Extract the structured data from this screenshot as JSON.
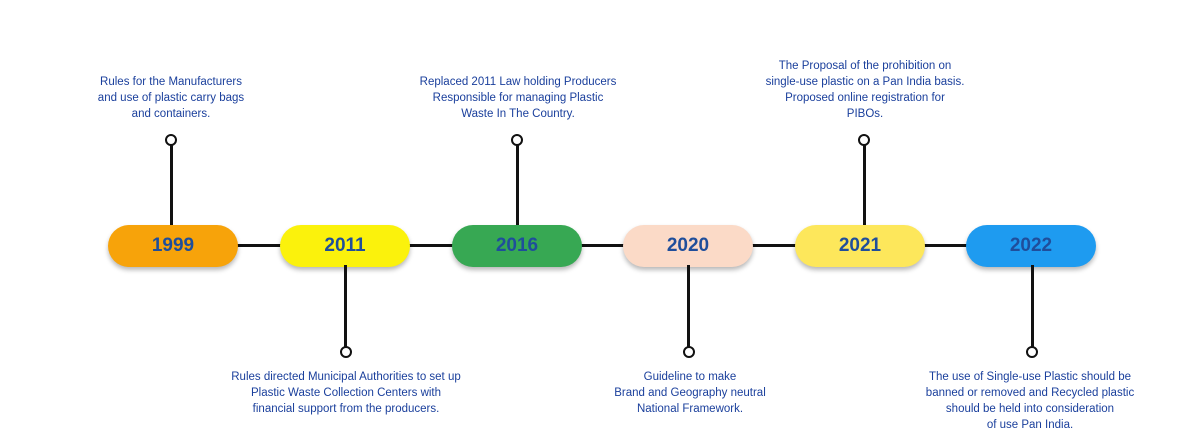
{
  "milestones": [
    {
      "year": "1999",
      "color": "#f7a30a",
      "side": "top",
      "lines": [
        "Rules for the Manufacturers",
        "and use of plastic carry bags",
        "and containers."
      ]
    },
    {
      "year": "2011",
      "color": "#fbf20c",
      "side": "bottom",
      "lines": [
        "Rules directed Municipal Authorities to set up",
        "Plastic Waste Collection Centers with",
        "financial support from the producers."
      ]
    },
    {
      "year": "2016",
      "color": "#37a853",
      "side": "top",
      "lines": [
        "Replaced 2011 Law holding Producers",
        "Responsible for managing Plastic",
        "Waste In The Country."
      ]
    },
    {
      "year": "2020",
      "color": "#fbdac7",
      "side": "bottom",
      "lines": [
        "Guideline to make",
        "Brand and Geography neutral",
        "National Framework."
      ]
    },
    {
      "year": "2021",
      "color": "#fde75b",
      "side": "top",
      "lines": [
        "The Proposal of the prohibition on",
        "single-use plastic on a Pan India basis.",
        "Proposed online registration for",
        "PIBOs."
      ]
    },
    {
      "year": "2022",
      "color": "#1e9bf0",
      "side": "bottom",
      "lines": [
        "The use of Single-use Plastic should be",
        "banned or removed and Recycled plastic",
        "should be held into consideration",
        "of use Pan India."
      ]
    }
  ]
}
